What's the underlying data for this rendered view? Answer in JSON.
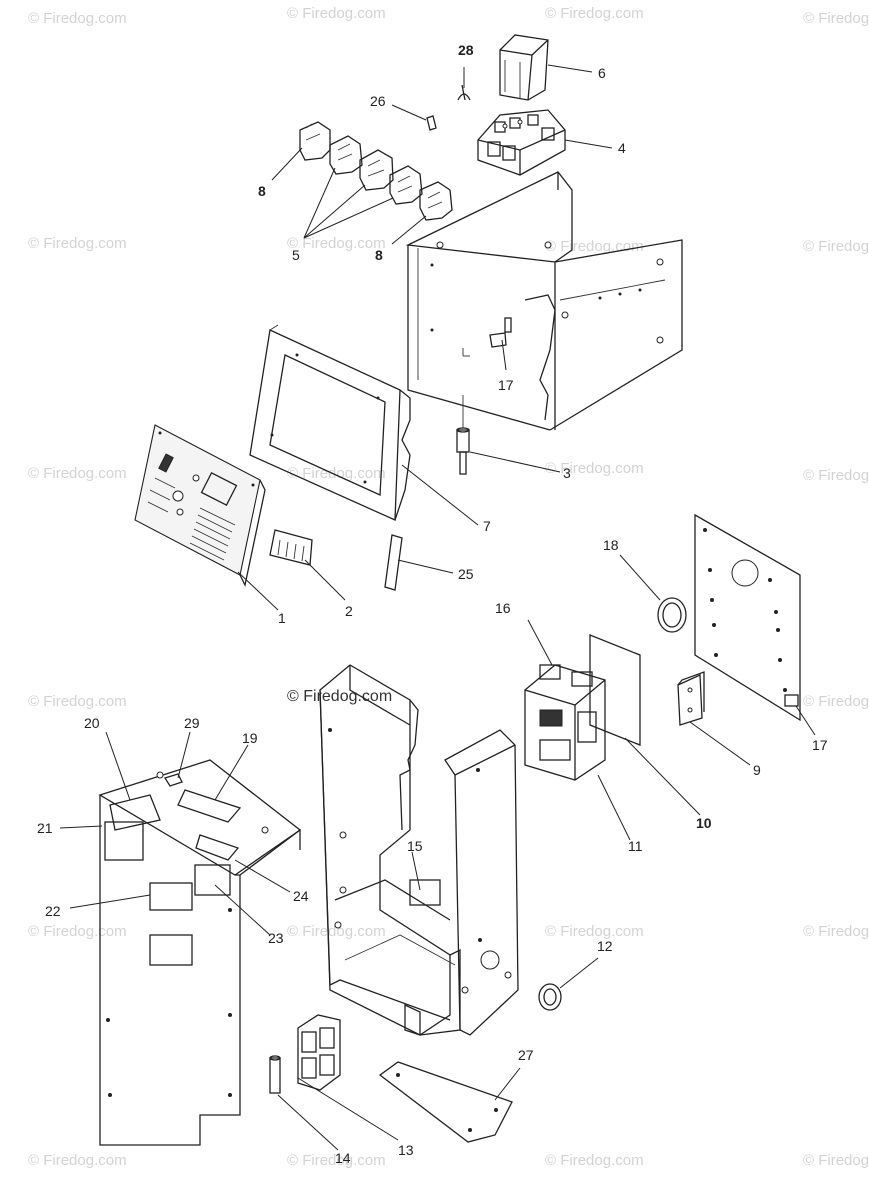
{
  "watermark": {
    "text": "© Firedog.com",
    "center_text": "© Firedog.com"
  },
  "callouts": [
    {
      "id": "1",
      "label": "1"
    },
    {
      "id": "2",
      "label": "2"
    },
    {
      "id": "3",
      "label": "3"
    },
    {
      "id": "4",
      "label": "4"
    },
    {
      "id": "5",
      "label": "5"
    },
    {
      "id": "6",
      "label": "6"
    },
    {
      "id": "7",
      "label": "7"
    },
    {
      "id": "8a",
      "label": "8"
    },
    {
      "id": "8b",
      "label": "8"
    },
    {
      "id": "9",
      "label": "9"
    },
    {
      "id": "10",
      "label": "10"
    },
    {
      "id": "11",
      "label": "11"
    },
    {
      "id": "12",
      "label": "12"
    },
    {
      "id": "13",
      "label": "13"
    },
    {
      "id": "14",
      "label": "14"
    },
    {
      "id": "15",
      "label": "15"
    },
    {
      "id": "16",
      "label": "16"
    },
    {
      "id": "17a",
      "label": "17"
    },
    {
      "id": "17b",
      "label": "17"
    },
    {
      "id": "18",
      "label": "18"
    },
    {
      "id": "19",
      "label": "19"
    },
    {
      "id": "20",
      "label": "20"
    },
    {
      "id": "21",
      "label": "21"
    },
    {
      "id": "22",
      "label": "22"
    },
    {
      "id": "23",
      "label": "23"
    },
    {
      "id": "24",
      "label": "24"
    },
    {
      "id": "25",
      "label": "25"
    },
    {
      "id": "26",
      "label": "26"
    },
    {
      "id": "27",
      "label": "27"
    },
    {
      "id": "28",
      "label": "28"
    },
    {
      "id": "29",
      "label": "29"
    }
  ]
}
